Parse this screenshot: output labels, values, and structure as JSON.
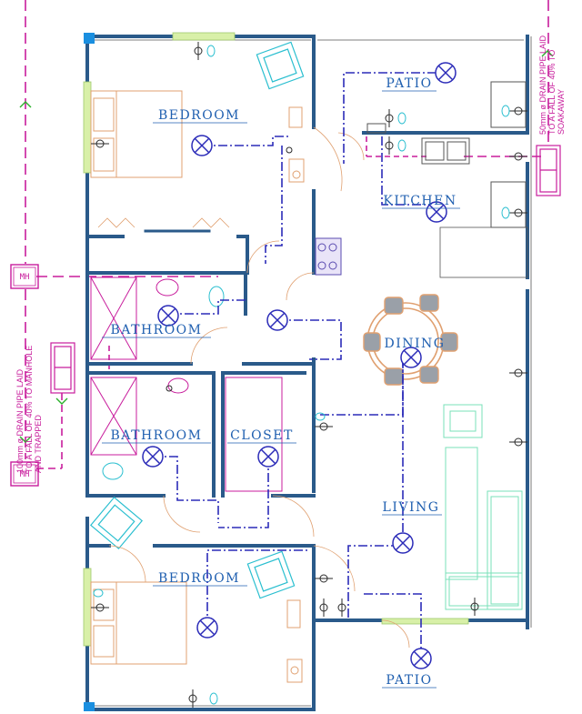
{
  "rooms": {
    "bedroom_top": "BEDROOM",
    "patio_top": "PATIO",
    "kitchen": "KITCHEN",
    "bathroom_1": "BATHROOM",
    "bathroom_2": "BATHROOM",
    "closet": "CLOSET",
    "dining": "DINING",
    "living": "LIVING",
    "bedroom_bottom": "BEDROOM",
    "patio_bottom": "PATIO"
  },
  "notes": {
    "left_drain": [
      "100mm ø DRAIN PIPE LAID",
      "TO A FALL OF 40% TO MANHOLE",
      "AND TRAPPED"
    ],
    "right_drain": [
      "50mm ø DRAIN PIPE LAID",
      "TO A FALL OF 40% TO",
      "SOAKAWAY"
    ]
  },
  "manholes": {
    "upper": "MH",
    "lower": "MH"
  },
  "colors": {
    "wall": "#2a5a8a",
    "wiring": "#2b2bb8",
    "drain": "#c81d9c",
    "furniture": "#e0a070",
    "fixture": "#2bbfd0",
    "label": "#1f5fb0"
  }
}
